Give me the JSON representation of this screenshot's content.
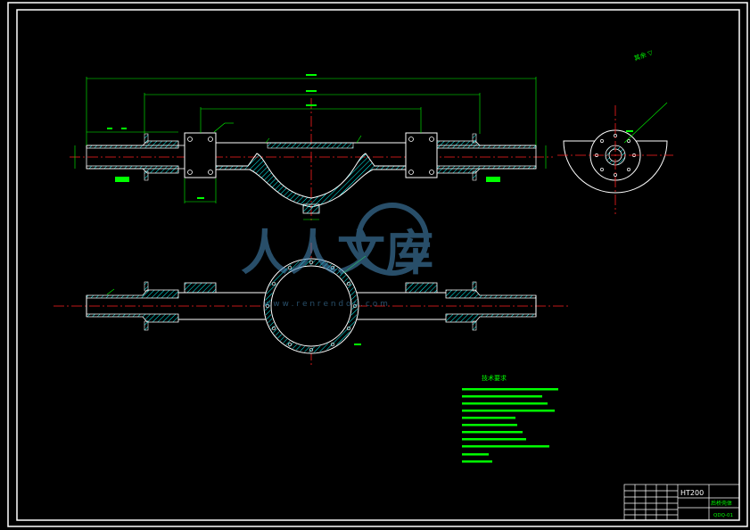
{
  "title_block": {
    "material": "HT200",
    "part_name": "后桥壳体",
    "drawing_number": "QDQ-01"
  },
  "annotations": {
    "roughness_note": "其余 ▽",
    "tech_req_title": "技术要求"
  },
  "watermark": {
    "text": "人人文库",
    "url": "w w w . r e n r e n d o c . c o m"
  },
  "colors": {
    "background": "#000000",
    "outline": "#ffffff",
    "centerline": "#ff2020",
    "dimension": "#00ff00",
    "hatch": "#00ffff",
    "leader": "#00ff00",
    "watermark": "#4a8fbf"
  }
}
